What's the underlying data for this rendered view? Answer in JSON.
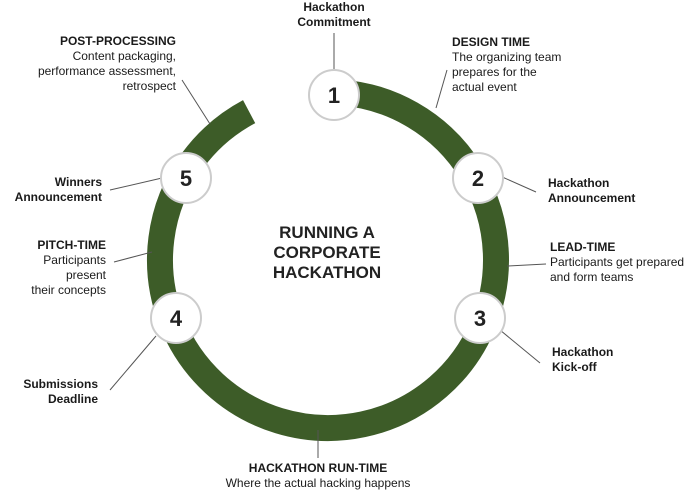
{
  "diagram": {
    "title_lines": [
      "RUNNING A",
      "CORPORATE",
      "HACKATHON"
    ],
    "ring_color": "#3d5c28",
    "node_fill": "#ffffff",
    "node_stroke": "#cccccc",
    "line_color": "#555555",
    "milestones": [
      {
        "number": "1",
        "title_lines": [
          "Hackathon",
          "Commitment"
        ]
      },
      {
        "number": "2",
        "title_lines": [
          "Hackathon",
          "Announcement"
        ]
      },
      {
        "number": "3",
        "title_lines": [
          "Hackathon",
          "Kick-off"
        ]
      },
      {
        "number": "4",
        "title_lines": [
          "Submissions",
          "Deadline"
        ]
      },
      {
        "number": "5",
        "title_lines": [
          "Winners",
          "Announcement"
        ]
      }
    ],
    "phases": [
      {
        "title": "DESIGN TIME",
        "desc_lines": [
          "The organizing team",
          "prepares for the",
          "actual event"
        ]
      },
      {
        "title": "LEAD-TIME",
        "desc_lines": [
          "Participants get prepared",
          "and form teams"
        ]
      },
      {
        "title": "HACKATHON RUN-TIME",
        "desc_lines": [
          "Where the actual hacking happens"
        ]
      },
      {
        "title": "PITCH-TIME",
        "desc_lines": [
          "Participants present",
          "their concepts"
        ]
      },
      {
        "title": "POST-PROCESSING",
        "desc_lines": [
          "Content packaging,",
          "performance assessment,",
          "retrospect"
        ]
      }
    ]
  }
}
